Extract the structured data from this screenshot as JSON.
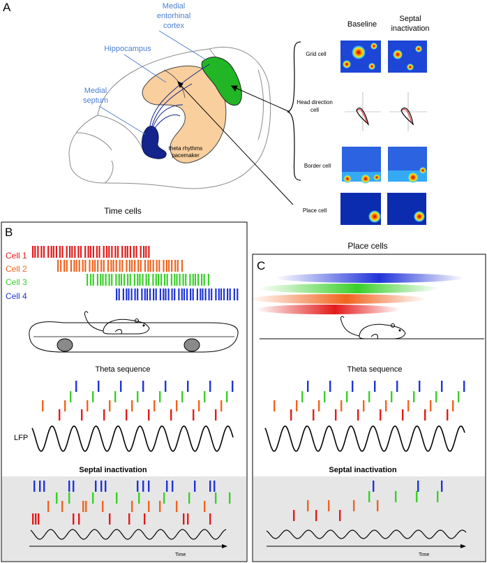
{
  "panelA": {
    "letter": "A",
    "labels": {
      "mec": [
        "Medial",
        "entorhinal",
        "cortex"
      ],
      "hippocampus": "Hippocampus",
      "septum": [
        "Medial",
        "septum"
      ],
      "pacemaker": [
        "theta rhythms",
        "pacemaker"
      ]
    },
    "columns": {
      "baseline": "Baseline",
      "septal": [
        "Septal",
        "inactivation"
      ]
    },
    "rows": {
      "grid": "Grid cell",
      "hd": [
        "Head direction",
        "cell"
      ],
      "border": "Border cell",
      "place": "Place cell"
    }
  },
  "panelB": {
    "letter": "B",
    "heading": "Time cells",
    "cells": [
      {
        "label": "Cell 1",
        "color": "#e31b1b"
      },
      {
        "label": "Cell 2",
        "color": "#f0641e"
      },
      {
        "label": "Cell 3",
        "color": "#3bcf2a"
      },
      {
        "label": "Cell 4",
        "color": "#2033d8"
      }
    ],
    "theta": "Theta sequence",
    "lfp": "LFP",
    "septal": "Septal inactivation",
    "time": "Time"
  },
  "panelC": {
    "letter": "C",
    "heading": "Place cells",
    "theta": "Theta sequence",
    "septal": "Septal inactivation",
    "time": "Time"
  },
  "colors": {
    "red": "#e31b1b",
    "orange": "#f0641e",
    "green": "#3bcf2a",
    "blue": "#2033d8",
    "gray": "#e6e6e6",
    "label_blue": "#4a7fd0"
  }
}
